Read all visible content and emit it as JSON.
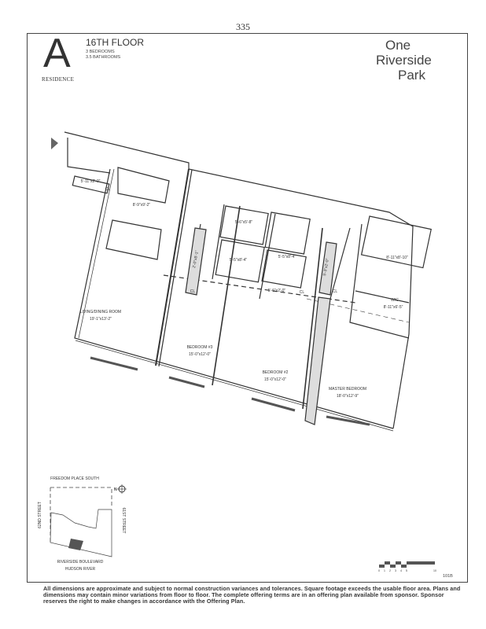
{
  "page_number": "335",
  "header": {
    "residence_letter": "A",
    "residence_label": "RESIDENCE",
    "floor": "16TH FLOOR",
    "bedrooms": "3 BEDROOMS",
    "bathrooms": "3.5 BATHROOMS",
    "logo_lines": [
      "One",
      "Riverside",
      "Park"
    ]
  },
  "rooms": {
    "living": {
      "name": "LIVING/DINING ROOM",
      "dim": "19'-1\"x13'-2\""
    },
    "kitchen": {
      "dim": "8'-9\"x9'-2\""
    },
    "entry_closet": {
      "dim": "5'-11\"x2'-0\"",
      "tag": "CL"
    },
    "bedroom3": {
      "name": "BEDROOM #3",
      "dim": "15'-0\"x12'-0\""
    },
    "bedroom2": {
      "name": "BEDROOM #2",
      "dim": "15'-0\"x12'-0\""
    },
    "master": {
      "name": "MASTER BEDROOM",
      "dim": "18'-0\"x12'-9\""
    },
    "bath_a": {
      "dim": "5'-6\"x5'-8\""
    },
    "bath_b": {
      "dim": "5'-5\"x8'-4\""
    },
    "bath_c": {
      "dim": "5'-5\"x8'-4\""
    },
    "closet_hall": {
      "dim": "2'-0\"x8'-1\"",
      "tag": "CL"
    },
    "closet_b2": {
      "dim": "5'-6\"x2'-0\"",
      "tag": "CL"
    },
    "closet_master": {
      "dim": "5'-3\"x2'-0\"",
      "tag": "CL"
    },
    "master_bath": {
      "dim": "8'-11\"x8'-10\""
    },
    "wic": {
      "name": "WIC",
      "dim": "8'-11\"x6'-5\""
    }
  },
  "key_plan": {
    "north": "N",
    "top": "FREEDOM PLACE SOUTH",
    "left": "62ND STREET",
    "right": "61ST STREET",
    "bottom1": "RIVERSIDE BOULEVARD",
    "bottom2": "HUDSON RIVER"
  },
  "scale_bar": {
    "ticks": [
      "0",
      "1",
      "2",
      "3",
      "4",
      "5",
      "10"
    ]
  },
  "sheet_code": "101B",
  "disclaimer": "All dimensions are approximate and subject to normal construction variances and tolerances. Square footage exceeds the usable floor area. Plans and dimensions may contain minor variations from floor to floor. The complete offering terms are in an offering plan available from sponsor. Sponsor reserves the right to make changes in accordance with the Offering Plan."
}
